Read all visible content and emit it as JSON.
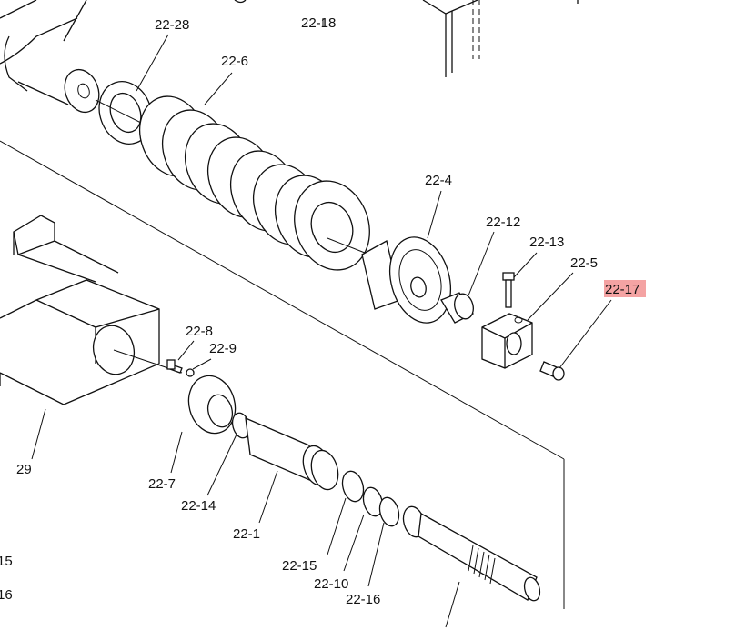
{
  "diagram": {
    "highlight_color": "#f4a3a3",
    "labels": [
      {
        "id": "lbl-22-28",
        "text": "22-28"
      },
      {
        "id": "lbl-22-18",
        "text": "22-18"
      },
      {
        "id": "lbl-22-6",
        "text": "22-6"
      },
      {
        "id": "lbl-22-4",
        "text": "22-4"
      },
      {
        "id": "lbl-22-12",
        "text": "22-12"
      },
      {
        "id": "lbl-22-13",
        "text": "22-13"
      },
      {
        "id": "lbl-22-5",
        "text": "22-5"
      },
      {
        "id": "lbl-22-17",
        "text": "22-17",
        "highlighted": true
      },
      {
        "id": "lbl-22-8",
        "text": "22-8"
      },
      {
        "id": "lbl-22-9",
        "text": "22-9"
      },
      {
        "id": "lbl-29",
        "text": "29"
      },
      {
        "id": "lbl-22-7",
        "text": "22-7"
      },
      {
        "id": "lbl-22-14",
        "text": "22-14"
      },
      {
        "id": "lbl-22-1",
        "text": "22-1"
      },
      {
        "id": "lbl-22-15",
        "text": "22-15"
      },
      {
        "id": "lbl-22-10",
        "text": "22-10"
      },
      {
        "id": "lbl-22-16",
        "text": "22-16"
      },
      {
        "id": "lbl-22-15-edge",
        "text": "-15"
      },
      {
        "id": "lbl-22-16-edge",
        "text": "-16"
      }
    ]
  }
}
